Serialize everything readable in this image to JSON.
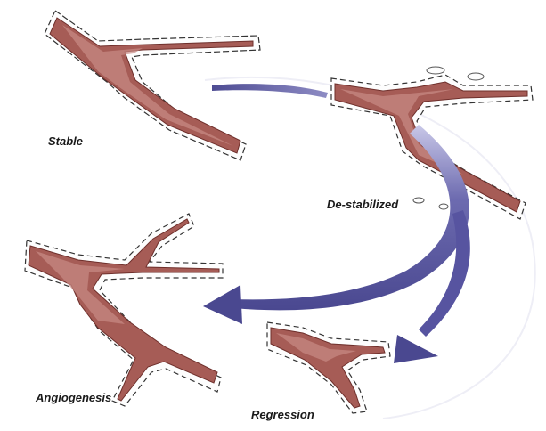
{
  "diagram": {
    "stages": {
      "stable": "Stable",
      "destabilized": "De-stabilized",
      "angiogenesis": "Angiogenesis",
      "regression": "Regression"
    },
    "colors": {
      "vessel_wall": "#8c4a45",
      "vessel_lumen": "#c98c86",
      "vessel_core": "#a65c56",
      "sheath": "#fdfdfd",
      "arrow": "#5c5a9e",
      "arrow_light": "#a9a8d6"
    }
  }
}
